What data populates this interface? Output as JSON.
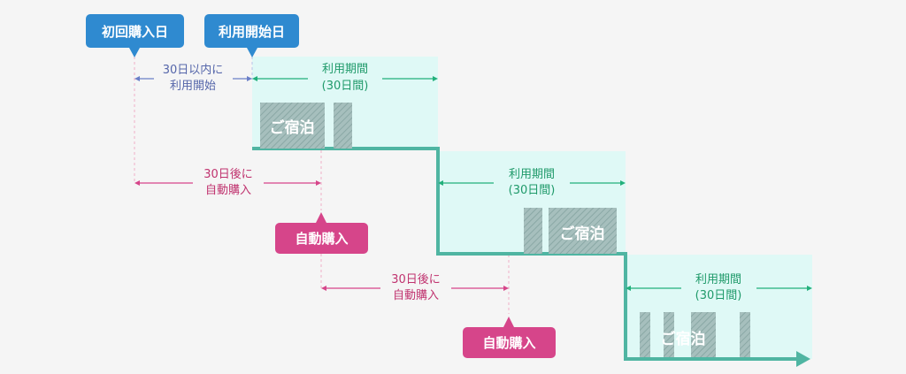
{
  "markers": {
    "first_purchase": "初回購入日",
    "start_of_use": "利用開始日"
  },
  "intervals": {
    "start_within_line1": "30日以内に",
    "start_within_line2": "利用開始",
    "auto_after_line1": "30日後に",
    "auto_after_line2": "自動購入"
  },
  "usage_period": {
    "line1": "利用期間",
    "line2": "(30日間)"
  },
  "auto_purchase_tag": "自動購入",
  "stay_label": "ご宿泊",
  "colors": {
    "marker_blue": "#2f8ad0",
    "tag_pink": "#d6458a",
    "step_line": "#4fb5a2",
    "period_fill": "#dff9f6",
    "arrow_green": "#22b07b",
    "arrow_blue": "#6a7fc8",
    "arrow_pink": "#d6458a"
  }
}
